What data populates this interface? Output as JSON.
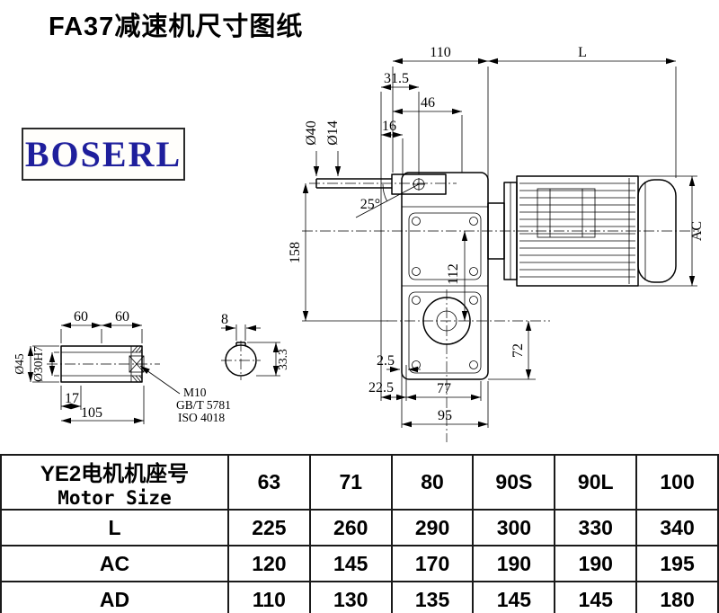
{
  "title": "FA37减速机尺寸图纸",
  "logo": {
    "text": "BOSERL"
  },
  "colors": {
    "logo_blue": "#1f1f9c",
    "line_black": "#000000"
  },
  "drawing": {
    "main_dims": {
      "width_110": "110",
      "motor_length_L": "L",
      "d31_5": "31.5",
      "d46": "46",
      "d16": "16",
      "shaft_dia_40": "Ø40",
      "shaft_dia_14": "Ø14",
      "angle_25": "25°",
      "height_158": "158",
      "axis_dist_112": "112",
      "motor_dia_AC": "AC",
      "d72": "72",
      "d2_5": "2.5",
      "d22_5": "22.5",
      "d77": "77",
      "d95": "95"
    },
    "shaft_detail_dims": {
      "len_60_left": "60",
      "len_60_right": "60",
      "dia_45": "Ø45",
      "bore_30": "Ø30H7",
      "d17": "17",
      "d105": "105",
      "bolt": "M10",
      "std_gb": "GB/T 5781",
      "std_iso": "ISO 4018"
    },
    "section_detail_dims": {
      "key_width": "8",
      "key_depth": "33.3"
    }
  },
  "table": {
    "header_cn": "YE2电机机座号",
    "header_en": "Motor Size",
    "columns": [
      "63",
      "71",
      "80",
      "90S",
      "90L",
      "100"
    ],
    "rows": [
      {
        "label": "L",
        "values": [
          "225",
          "260",
          "290",
          "300",
          "330",
          "340"
        ]
      },
      {
        "label": "AC",
        "values": [
          "120",
          "145",
          "170",
          "190",
          "190",
          "195"
        ]
      },
      {
        "label": "AD",
        "values": [
          "110",
          "130",
          "135",
          "145",
          "145",
          "180"
        ]
      }
    ]
  }
}
